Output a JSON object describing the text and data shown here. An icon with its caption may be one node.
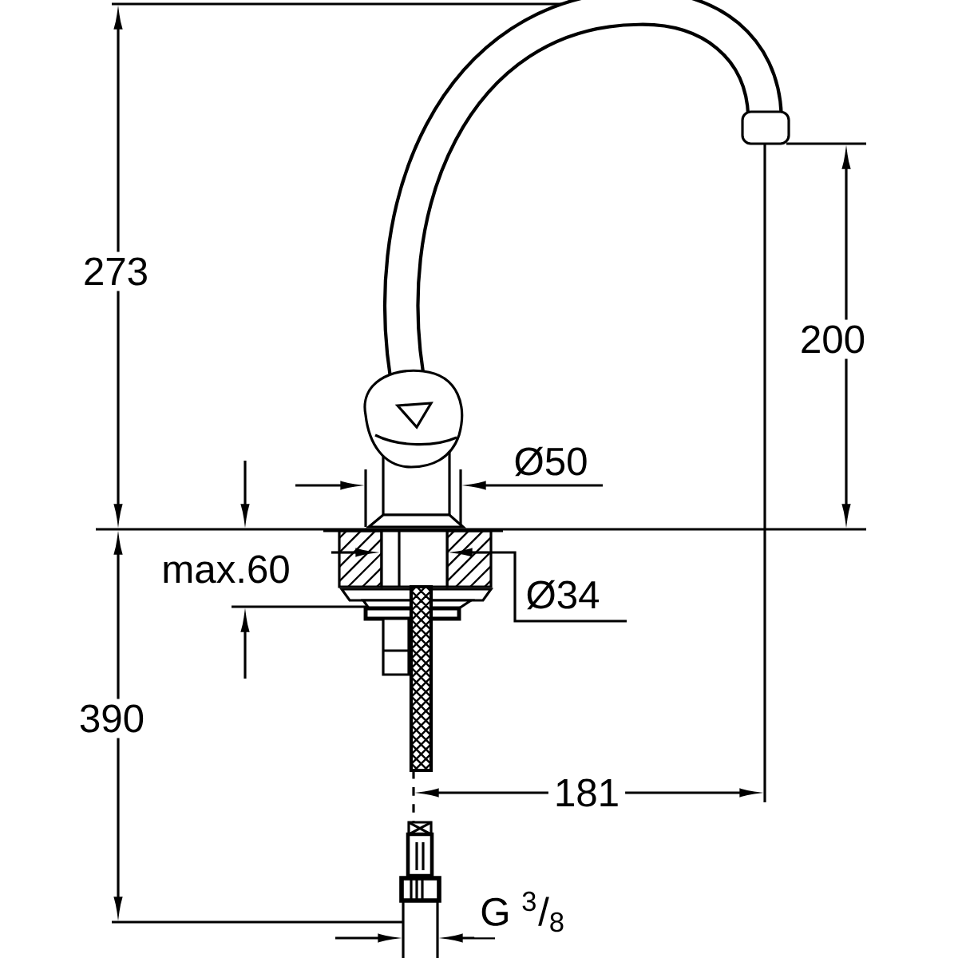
{
  "diagram": {
    "labels": [
      "273",
      "200",
      "Ø50",
      "max.60",
      "Ø34",
      "390",
      "181",
      "G $^{3}$/$_{8}$"
    ]
  }
}
